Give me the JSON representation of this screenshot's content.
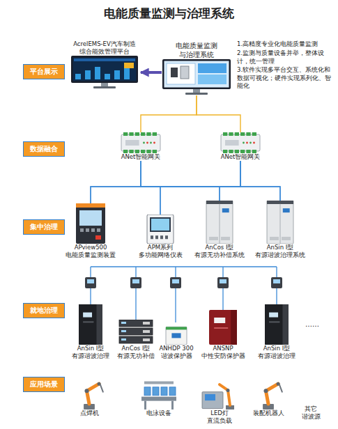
{
  "diagram": {
    "title": "电能质量监测与治理系统",
    "nodes": [
      {
        "text": [
          "平台展示"
        ]
      },
      {
        "text": [
          "AcrelEMS-EV汽车制造 综合能效管理平台"
        ]
      },
      {
        "text": [
          "电能质量监测 与治理系统"
        ]
      },
      {
        "text": [
          "数据融合"
        ]
      },
      {
        "text": [
          "ANet智能网关"
        ]
      },
      {
        "text": [
          "ANet智能网关"
        ]
      },
      {
        "text": [
          "集中治理"
        ]
      },
      {
        "text": [
          "APview500 电能质量监测装置"
        ]
      },
      {
        "text": [
          "APM系列 多功能网络仪表"
        ]
      },
      {
        "text": [
          "AnCos Ⅰ型 有源无功补偿系统"
        ]
      },
      {
        "text": [
          "AnSin Ⅰ型 有源谐波治理系统"
        ]
      },
      {
        "text": [
          "就地治理"
        ]
      },
      {
        "text": [
          "AnSin Ⅰ型 有源谐波治理"
        ]
      },
      {
        "text": [
          "AnCos Ⅰ型 有源无功补偿"
        ]
      },
      {
        "text": [
          "ANHDP 300 谐波保护器"
        ]
      },
      {
        "text": [
          "ANSNP 中性安防保护器"
        ]
      },
      {
        "text": [
          "AnSin Ⅰ型 有源谐波治理"
        ]
      },
      {
        "text": [
          "应用场景"
        ]
      },
      {
        "text": [
          "点焊机"
        ]
      },
      {
        "text": [
          "电泳设备"
        ]
      },
      {
        "text": [
          "LED灯 直流负载"
        ]
      },
      {
        "text": [
          "装配机器人"
        ]
      }
    ],
    "edges": [
      {
        "from": 2,
        "to": 1,
        "arrow": "to"
      },
      {
        "from": 2,
        "to": 4,
        "arrow": "none"
      },
      {
        "from": 2,
        "to": 5,
        "arrow": "none"
      },
      {
        "from": 4,
        "to": 7,
        "arrow": "none"
      },
      {
        "from": 4,
        "to": 8,
        "arrow": "none"
      },
      {
        "from": 4,
        "to": 9,
        "arrow": "none"
      },
      {
        "from": 4,
        "to": 10,
        "arrow": "none"
      },
      {
        "from": 5,
        "to": 7,
        "arrow": "none"
      },
      {
        "from": 5,
        "to": 8,
        "arrow": "none"
      },
      {
        "from": 5,
        "to": 9,
        "arrow": "none"
      },
      {
        "from": 5,
        "to": 10,
        "arrow": "none"
      }
    ],
    "labels": [
      "1.高精度专业化电能质量监测",
      "2.监测与质量设备并举，整体设计，统一管理",
      "3.软件实现多平台交互、系统化和数据可视化；硬件实现系列化、智能化",
      "……",
      "其它 谐波源"
    ]
  }
}
